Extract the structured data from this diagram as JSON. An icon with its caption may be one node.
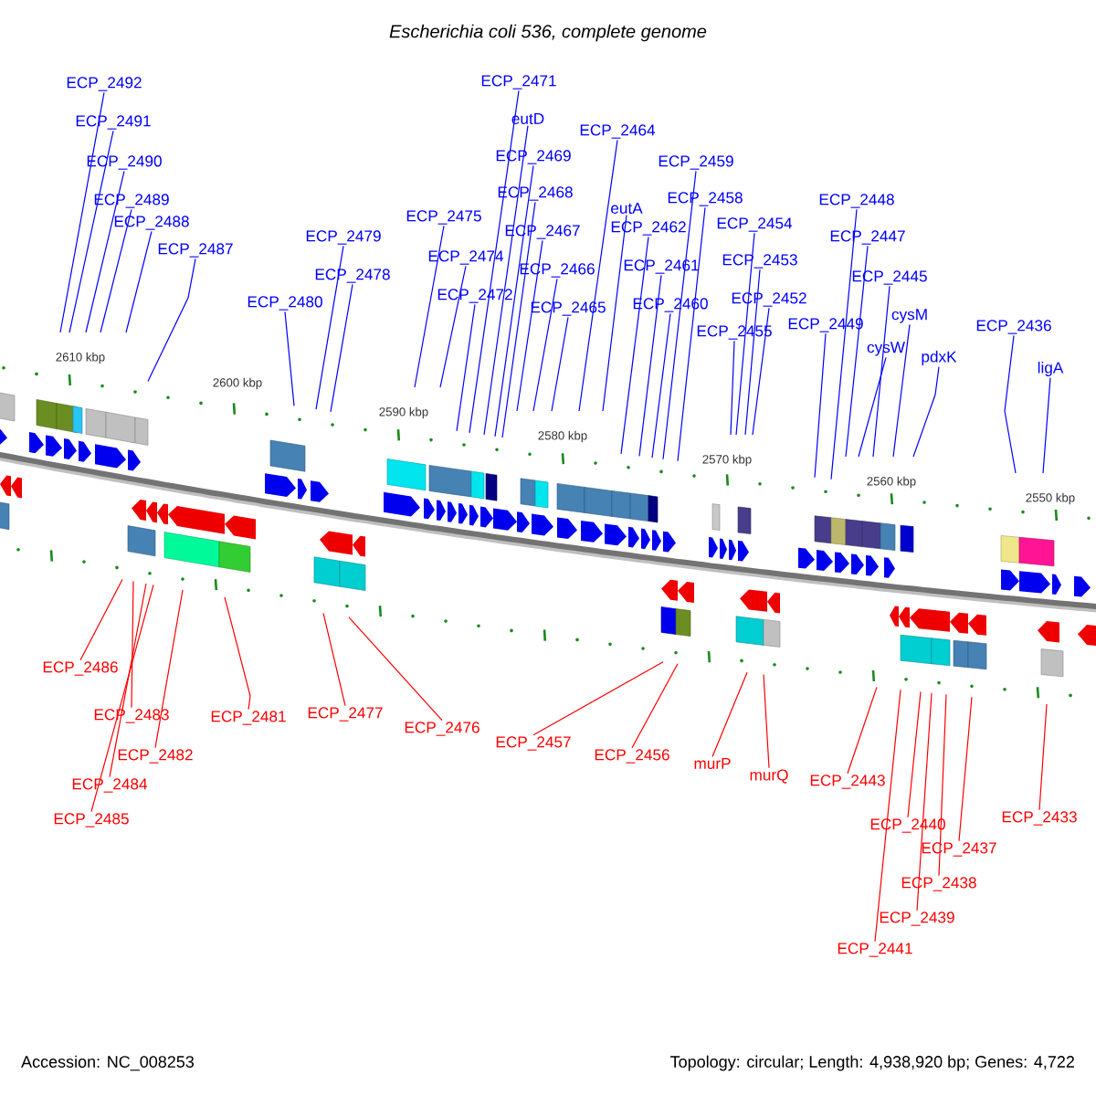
{
  "diagram": {
    "title": "Escherichia coli 536, complete genome",
    "nodes": [
      {
        "text": [
          "ECP_2492"
        ]
      },
      {
        "text": [
          "ECP_2491"
        ]
      },
      {
        "text": [
          "ECP_2490"
        ]
      },
      {
        "text": [
          "ECP_2489"
        ]
      },
      {
        "text": [
          "ECP_2488"
        ]
      },
      {
        "text": [
          "ECP_2487"
        ]
      },
      {
        "text": [
          "ECP_2479"
        ]
      },
      {
        "text": [
          "ECP_2478"
        ]
      },
      {
        "text": [
          "ECP_2480"
        ]
      },
      {
        "text": [
          "ECP_2471"
        ]
      },
      {
        "text": [
          "eutD"
        ]
      },
      {
        "text": [
          "ECP_2469"
        ]
      },
      {
        "text": [
          "ECP_2468"
        ]
      },
      {
        "text": [
          "ECP_2467"
        ]
      },
      {
        "text": [
          "ECP_2466"
        ]
      },
      {
        "text": [
          "ECP_2465"
        ]
      },
      {
        "text": [
          "ECP_2464"
        ]
      },
      {
        "text": [
          "ECP_2475"
        ]
      },
      {
        "text": [
          "ECP_2474"
        ]
      },
      {
        "text": [
          "ECP_2472"
        ]
      },
      {
        "text": [
          "eutA"
        ]
      },
      {
        "text": [
          "ECP_2462"
        ]
      },
      {
        "text": [
          "ECP_2461"
        ]
      },
      {
        "text": [
          "ECP_2460"
        ]
      },
      {
        "text": [
          "ECP_2459"
        ]
      },
      {
        "text": [
          "ECP_2458"
        ]
      },
      {
        "text": [
          "ECP_2454"
        ]
      },
      {
        "text": [
          "ECP_2453"
        ]
      },
      {
        "text": [
          "ECP_2452"
        ]
      },
      {
        "text": [
          "ECP_2455"
        ]
      },
      {
        "text": [
          "ECP_2448"
        ]
      },
      {
        "text": [
          "ECP_2447"
        ]
      },
      {
        "text": [
          "ECP_2445"
        ]
      },
      {
        "text": [
          "ECP_2449"
        ]
      },
      {
        "text": [
          "cysM"
        ]
      },
      {
        "text": [
          "cysW"
        ]
      },
      {
        "text": [
          "pdxK"
        ]
      },
      {
        "text": [
          "ECP_2436"
        ]
      },
      {
        "text": [
          "ligA"
        ]
      },
      {
        "text": [
          "ECP_2486"
        ]
      },
      {
        "text": [
          "ECP_2483"
        ]
      },
      {
        "text": [
          "ECP_2482"
        ]
      },
      {
        "text": [
          "ECP_2484"
        ]
      },
      {
        "text": [
          "ECP_2485"
        ]
      },
      {
        "text": [
          "ECP_2481"
        ]
      },
      {
        "text": [
          "ECP_2477"
        ]
      },
      {
        "text": [
          "ECP_2476"
        ]
      },
      {
        "text": [
          "ECP_2457"
        ]
      },
      {
        "text": [
          "ECP_2456"
        ]
      },
      {
        "text": [
          "murP"
        ]
      },
      {
        "text": [
          "murQ"
        ]
      },
      {
        "text": [
          "ECP_2443"
        ]
      },
      {
        "text": [
          "ECP_2440"
        ]
      },
      {
        "text": [
          "ECP_2437"
        ]
      },
      {
        "text": [
          "ECP_2438"
        ]
      },
      {
        "text": [
          "ECP_2439"
        ]
      },
      {
        "text": [
          "ECP_2441"
        ]
      },
      {
        "text": [
          "ECP_2433"
        ]
      }
    ],
    "edges": [
      {
        "from": 0,
        "to": null,
        "arrow": "none"
      },
      {
        "from": 1,
        "to": null,
        "arrow": "none"
      },
      {
        "from": 2,
        "to": null,
        "arrow": "none"
      },
      {
        "from": 3,
        "to": null,
        "arrow": "none"
      },
      {
        "from": 4,
        "to": null,
        "arrow": "none"
      },
      {
        "from": 5,
        "to": null,
        "arrow": "none"
      },
      {
        "from": 6,
        "to": null,
        "arrow": "none"
      },
      {
        "from": 7,
        "to": null,
        "arrow": "none"
      },
      {
        "from": 8,
        "to": null,
        "arrow": "none"
      },
      {
        "from": 9,
        "to": null,
        "arrow": "none"
      },
      {
        "from": 10,
        "to": null,
        "arrow": "none"
      },
      {
        "from": 11,
        "to": null,
        "arrow": "none"
      },
      {
        "from": 12,
        "to": null,
        "arrow": "none"
      },
      {
        "from": 13,
        "to": null,
        "arrow": "none"
      },
      {
        "from": 14,
        "to": null,
        "arrow": "none"
      },
      {
        "from": 15,
        "to": null,
        "arrow": "none"
      },
      {
        "from": 16,
        "to": null,
        "arrow": "none"
      },
      {
        "from": 17,
        "to": null,
        "arrow": "none"
      },
      {
        "from": 18,
        "to": null,
        "arrow": "none"
      },
      {
        "from": 19,
        "to": null,
        "arrow": "none"
      },
      {
        "from": 20,
        "to": null,
        "arrow": "none"
      },
      {
        "from": 21,
        "to": null,
        "arrow": "none"
      },
      {
        "from": 22,
        "to": null,
        "arrow": "none"
      },
      {
        "from": 23,
        "to": null,
        "arrow": "none"
      },
      {
        "from": 24,
        "to": null,
        "arrow": "none"
      },
      {
        "from": 25,
        "to": null,
        "arrow": "none"
      },
      {
        "from": 26,
        "to": null,
        "arrow": "none"
      },
      {
        "from": 27,
        "to": null,
        "arrow": "none"
      },
      {
        "from": 28,
        "to": null,
        "arrow": "none"
      },
      {
        "from": 29,
        "to": null,
        "arrow": "none"
      },
      {
        "from": 30,
        "to": null,
        "arrow": "none"
      },
      {
        "from": 31,
        "to": null,
        "arrow": "none"
      },
      {
        "from": 32,
        "to": null,
        "arrow": "none"
      },
      {
        "from": 33,
        "to": null,
        "arrow": "none"
      },
      {
        "from": 34,
        "to": null,
        "arrow": "none"
      },
      {
        "from": 35,
        "to": null,
        "arrow": "none"
      },
      {
        "from": 36,
        "to": null,
        "arrow": "none"
      },
      {
        "from": 37,
        "to": null,
        "arrow": "none"
      },
      {
        "from": 38,
        "to": null,
        "arrow": "none"
      },
      {
        "from": 39,
        "to": null,
        "arrow": "none",
        "color": "#ff0000"
      },
      {
        "from": 40,
        "to": null,
        "arrow": "none",
        "color": "#ff0000"
      },
      {
        "from": 41,
        "to": null,
        "arrow": "none",
        "color": "#ff0000"
      },
      {
        "from": 42,
        "to": null,
        "arrow": "none",
        "color": "#ff0000"
      },
      {
        "from": 43,
        "to": null,
        "arrow": "none",
        "color": "#ff0000"
      },
      {
        "from": 44,
        "to": null,
        "arrow": "none",
        "color": "#ff0000"
      },
      {
        "from": 45,
        "to": null,
        "arrow": "none",
        "color": "#ff0000"
      },
      {
        "from": 46,
        "to": null,
        "arrow": "none",
        "color": "#ff0000"
      },
      {
        "from": 47,
        "to": null,
        "arrow": "none",
        "color": "#ff0000"
      },
      {
        "from": 48,
        "to": null,
        "arrow": "none",
        "color": "#ff0000"
      },
      {
        "from": 49,
        "to": null,
        "arrow": "none",
        "color": "#ff0000"
      },
      {
        "from": 50,
        "to": null,
        "arrow": "none",
        "color": "#ff0000"
      },
      {
        "from": 51,
        "to": null,
        "arrow": "none",
        "color": "#ff0000"
      },
      {
        "from": 52,
        "to": null,
        "arrow": "none",
        "color": "#ff0000"
      },
      {
        "from": 53,
        "to": null,
        "arrow": "none",
        "color": "#ff0000"
      },
      {
        "from": 54,
        "to": null,
        "arrow": "none",
        "color": "#ff0000"
      },
      {
        "from": 55,
        "to": null,
        "arrow": "none",
        "color": "#ff0000"
      },
      {
        "from": 56,
        "to": null,
        "arrow": "none",
        "color": "#ff0000"
      },
      {
        "from": 57,
        "to": null,
        "arrow": "none",
        "color": "#ff0000"
      }
    ],
    "labels": [
      "2610 kbp",
      "2600 kbp",
      "2590 kbp",
      "2580 kbp",
      "2570 kbp",
      "2560 kbp",
      "2550 kbp",
      "Accession: NC_008253",
      "Topology: circular; Length: 4,938,920 bp; Genes: 4,722"
    ]
  }
}
